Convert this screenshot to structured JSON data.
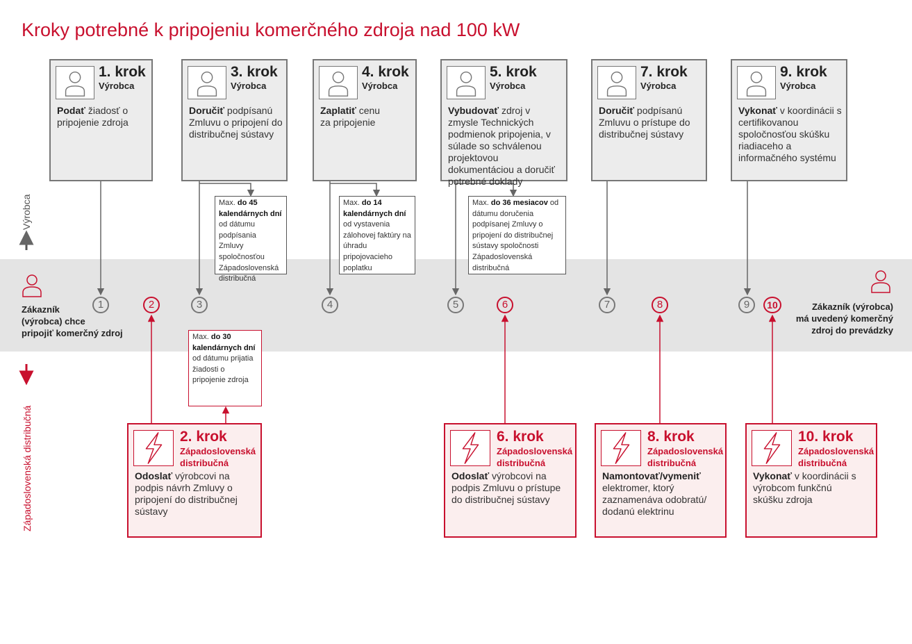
{
  "title": "Kroky potrebné k pripojeniu komerčného zdroja nad 100 kW",
  "axis": {
    "up_label": "Výrobca",
    "down_label": "Západoslovenská distribučná"
  },
  "customer_start": "Zákazník (výrobca) chce pripojiť komerčný zdroj",
  "customer_start_lines": [
    "Zákazník",
    "(výrobca) chce",
    "pripojiť komerčný zdroj"
  ],
  "customer_end_lines": [
    "Zákazník (výrobca)",
    "má uvedený komerčný",
    "zdroj do prevádzky"
  ],
  "steps": [
    {
      "num": "1",
      "title": "1. krok",
      "actor": "Výrobca",
      "bold": "Podať",
      "text": " žiadosť o pripojenie zdroja"
    },
    {
      "num": "2",
      "title": "2. krok",
      "actor": "Západoslovenská distribučná",
      "bold": "Odoslať",
      "text": " výrobcovi na podpis návrh Zmluvy o pripojení do distribučnej sústavy"
    },
    {
      "num": "3",
      "title": "3. krok",
      "actor": "Výrobca",
      "bold": "Doručiť",
      "text": " podpísanú Zmluvu o pripojení do distribučnej sústavy"
    },
    {
      "num": "4",
      "title": "4. krok",
      "actor": "Výrobca",
      "bold": "Zaplatiť",
      "text": " cenu za pripojenie"
    },
    {
      "num": "5",
      "title": "5. krok",
      "actor": "Výrobca",
      "bold": "Vybudovať",
      "text": " zdroj v zmysle Technických podmienok pripojenia, v súlade so schválenou projektovou dokumentáciou a doručiť potrebné doklady"
    },
    {
      "num": "6",
      "title": "6. krok",
      "actor": "Západoslovenská distribučná",
      "bold": "Odoslať",
      "text": " výrobcovi na podpis Zmluvu o prístupe do distribučnej sústavy"
    },
    {
      "num": "7",
      "title": "7. krok",
      "actor": "Výrobca",
      "bold": "Doručiť",
      "text": " podpísanú Zmluvu o prístupe do distribučnej sústavy"
    },
    {
      "num": "8",
      "title": "8. krok",
      "actor": "Západoslovenská distribučná",
      "bold": "Namontovať/vymeniť",
      "text": " elektromer, ktorý zaznamenáva odobratú/ dodanú elektrinu"
    },
    {
      "num": "9",
      "title": "9. krok",
      "actor": "Výrobca",
      "bold": "Vykonať",
      "text": " v koordinácii s certifikovanou spoločnosťou skúšku riadiaceho a informačného systému"
    },
    {
      "num": "10",
      "title": "10. krok",
      "actor": "Západoslovenská distribučná",
      "bold": "Vykonať",
      "text": " v koordinácii s výrobcom funkčnú skúšku zdroja"
    }
  ],
  "notes": [
    {
      "pre": "Max. ",
      "bold": "do 45 kalendárnych dní",
      "post": " od dátumu podpísania Zmluvy spoločnosťou Západoslovenská distribučná"
    },
    {
      "pre": "Max. ",
      "bold": "do 14 kalendárnych dní",
      "post": " od vystavenia zálohovej faktúry na úhradu pripojovacieho poplatku"
    },
    {
      "pre": "Max. ",
      "bold": "do 36 mesiacov",
      "post": " od dátumu doručenia podpísanej Zmluvy o pripojení do distribučnej sústavy spoločnosti Západoslovenská distribučná"
    },
    {
      "pre": "Max. ",
      "bold": "do 30 kalendárnych dní",
      "post": " od dátumu prijatia žiadosti o pripojenie zdroja"
    }
  ],
  "colors": {
    "accent": "#c8102e",
    "gray_box": "#ececec",
    "band": "#e4e4e4",
    "red_box": "#fbeeee"
  },
  "icons": {
    "producer": "person-icon",
    "distributor": "lightning-icon"
  }
}
